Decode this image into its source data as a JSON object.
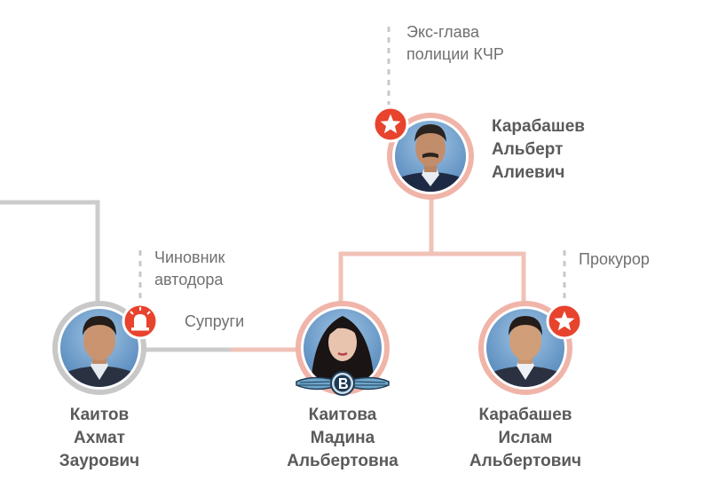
{
  "people": {
    "karabashev_albert": {
      "name_lines": [
        "Карабашев",
        "Альберт",
        "Алиевич"
      ],
      "role_lines": [
        "Экс-глава",
        "полиции КЧР"
      ],
      "badge": "star-icon"
    },
    "kaitov": {
      "name_lines": [
        "Каитов",
        "Ахмат",
        "Заурович"
      ],
      "role_lines": [
        "Чиновник",
        "автодора"
      ],
      "badge": "siren-icon"
    },
    "kaitova": {
      "name_lines": [
        "Каитова",
        "Мадина",
        "Альбертовна"
      ],
      "badge": "bentley-logo"
    },
    "karabashev_islam": {
      "name_lines": [
        "Карабашев",
        "Ислам",
        "Альбертович"
      ],
      "role_lines": [
        "Прокурор"
      ],
      "badge": "star-icon"
    }
  },
  "relations": {
    "spouses_label": "Супруги"
  },
  "colors": {
    "family_line": "#f0c2b8",
    "ring_family": "#f0b4a8",
    "ring_other": "#c8c8c8",
    "gray_line": "#cccccc",
    "badge_red": "#e8432d",
    "name_text": "#5a5a5a",
    "role_text": "#707070"
  }
}
